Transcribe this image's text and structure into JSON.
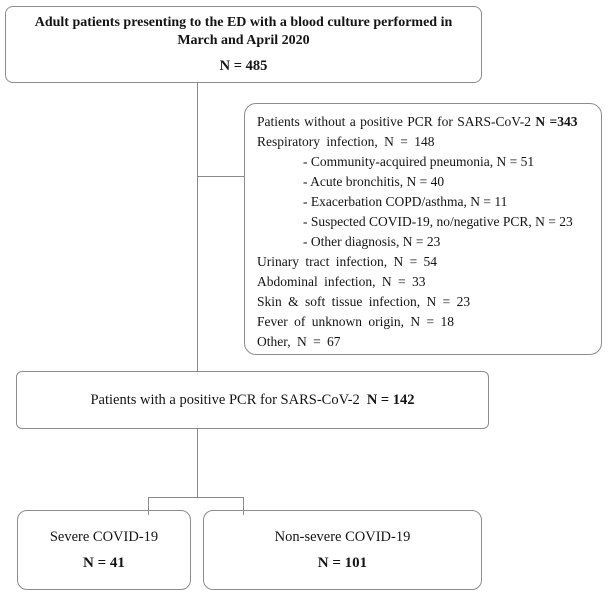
{
  "flowchart": {
    "top_box": {
      "title_line1": "Adult patients presenting to the ED with a blood culture performed in",
      "title_line2": "March and April 2020",
      "n": "N = 485"
    },
    "exclusion_box": {
      "title": "Patients without a positive PCR for SARS-CoV-2",
      "title_n": "N =343",
      "lines": [
        "Respiratory infection, N = 148",
        "- Community-acquired pneumonia, N = 51",
        "- Acute bronchitis, N = 40",
        "- Exacerbation COPD/asthma, N = 11",
        "- Suspected COVID-19, no/negative PCR, N = 23",
        "- Other diagnosis, N = 23",
        "Urinary tract infection, N = 54",
        "Abdominal infection, N = 33",
        "Skin & soft tissue infection, N = 23",
        "Fever of unknown origin, N = 18",
        "Other, N = 67"
      ]
    },
    "positive_box": {
      "title": "Patients with a positive PCR for SARS-CoV-2",
      "n": "N = 142"
    },
    "severe_box": {
      "label": "Severe COVID-19",
      "n": "N = 41"
    },
    "non_severe_box": {
      "label": "Non-severe COVID-19",
      "n": "N = 101"
    },
    "colors": {
      "border": "#8c8c8c",
      "text": "#141414",
      "background": "#ffffff"
    }
  }
}
